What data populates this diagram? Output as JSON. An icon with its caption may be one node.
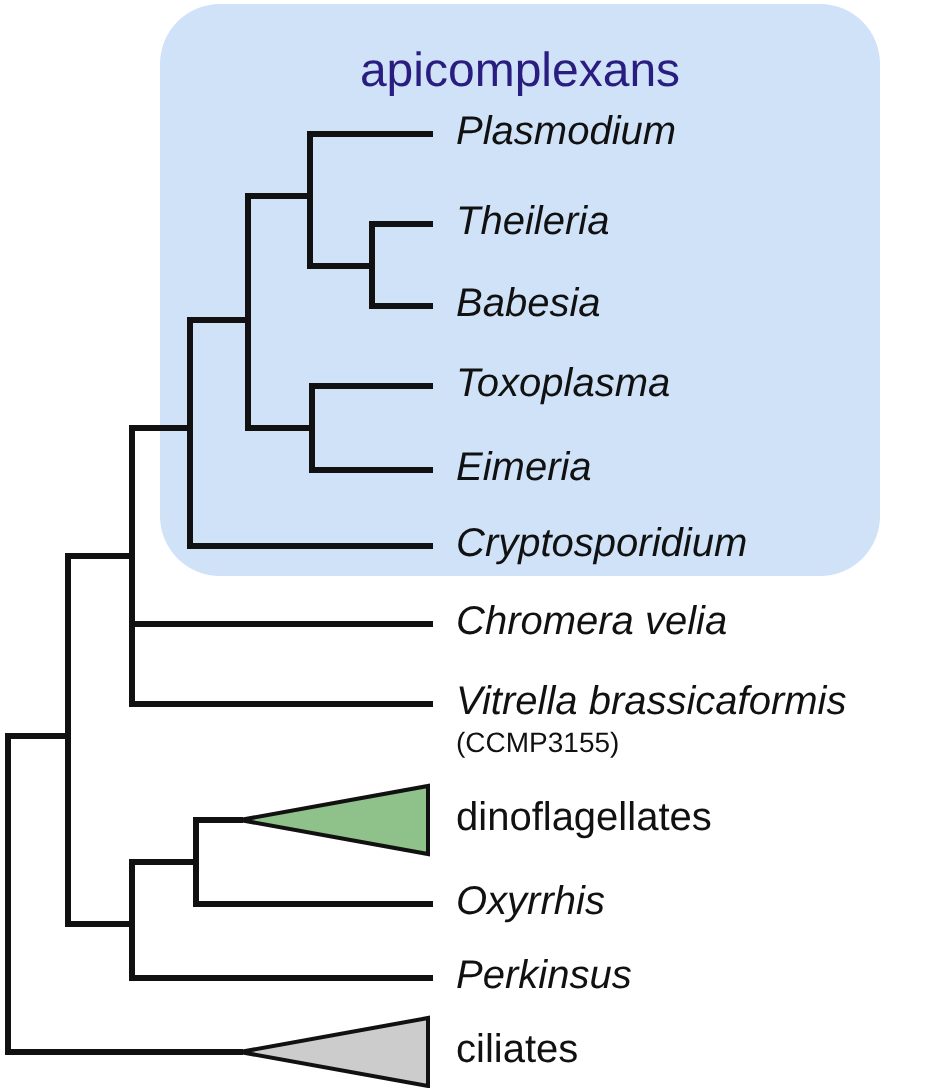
{
  "diagram": {
    "nodes": [
      {
        "text": [
          "apicomplexans"
        ]
      },
      {
        "text": [
          "Plasmodium"
        ],
        "in": 0
      },
      {
        "text": [
          "Theileria"
        ],
        "in": 0
      },
      {
        "text": [
          "Babesia"
        ],
        "in": 0
      },
      {
        "text": [
          "Toxoplasma"
        ],
        "in": 0
      },
      {
        "text": [
          "Eimeria"
        ],
        "in": 0
      },
      {
        "text": [
          "Cryptosporidium"
        ],
        "in": 0
      },
      {
        "text": [
          "Chromera velia"
        ]
      },
      {
        "text": [
          "Vitrella brassicaformis",
          "(CCMP3155)"
        ]
      },
      {
        "text": [],
        "shape": "triangle",
        "beside": [
          "dinoflagellates"
        ]
      },
      {
        "text": [
          "Oxyrrhis"
        ]
      },
      {
        "text": [
          "Perkinsus"
        ]
      },
      {
        "text": [],
        "shape": "triangle",
        "beside": [
          "ciliates"
        ]
      }
    ]
  }
}
